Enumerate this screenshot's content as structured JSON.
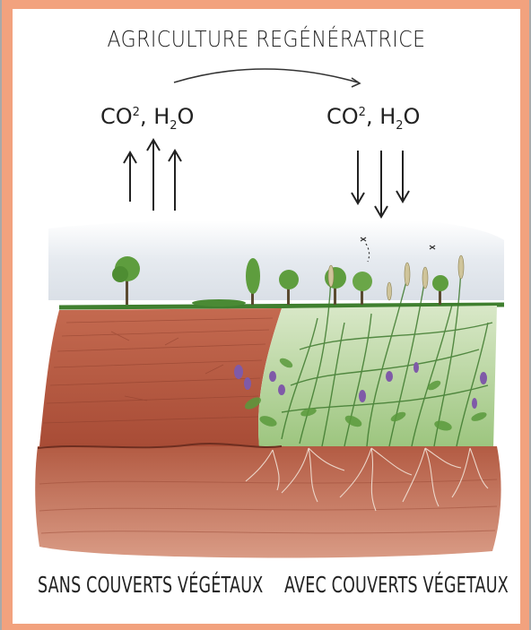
{
  "diagram": {
    "title": "AGRICULTURE REGÉNÉRATRICE",
    "left": {
      "gas_label_main": "CO",
      "gas_label_sup": "2",
      "gas_label_mid": ", H",
      "gas_label_sub": "2",
      "gas_label_end": "O",
      "flow_direction": "up",
      "caption": "SANS COUVERTS VÉGÉTAUX"
    },
    "right": {
      "gas_label_main": "CO",
      "gas_label_sup": "2",
      "gas_label_mid": ", H",
      "gas_label_sub": "2",
      "gas_label_end": "O",
      "flow_direction": "down",
      "caption": "AVEC COUVERTS VÉGETAUX"
    },
    "colors": {
      "frame": "#f2a27e",
      "background": "#a9a9a9",
      "soil": "#b5573f",
      "soil_dark": "#8c3e2c",
      "vegetation": "#4f8f3a",
      "sky": "#dfe4ea",
      "flower": "#7f5aa8"
    }
  }
}
